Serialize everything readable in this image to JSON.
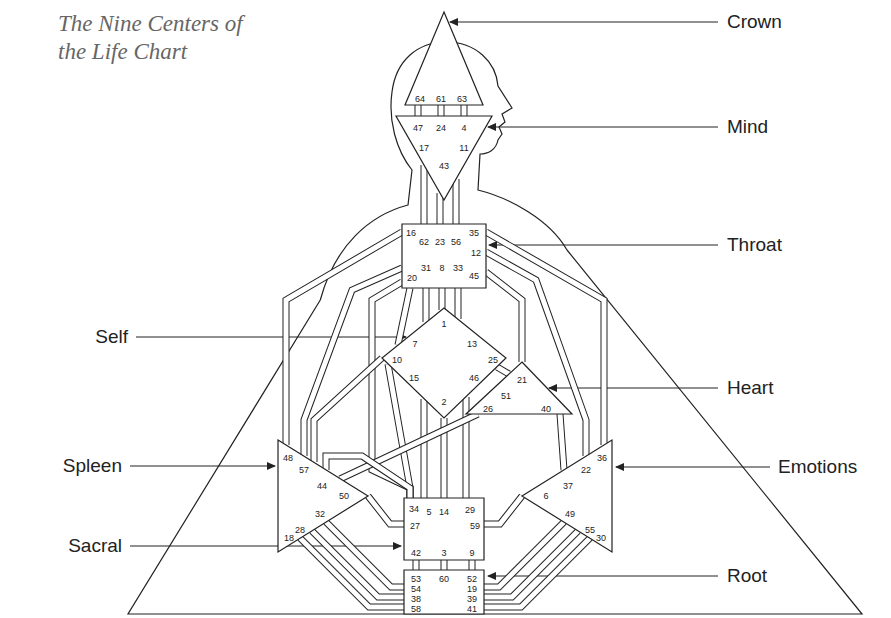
{
  "diagram": {
    "title": "The Nine Centers of the Life Chart",
    "nodes": [
      {
        "text": [
          "64",
          "61",
          "63"
        ]
      },
      {
        "text": [
          "47",
          "24",
          "4",
          "17",
          "11",
          "43"
        ]
      },
      {
        "text": [
          "16",
          "62",
          "23",
          "56",
          "35",
          "12",
          "31",
          "8",
          "33",
          "20",
          "45"
        ]
      },
      {
        "text": [
          "1",
          "7",
          "13",
          "10",
          "25",
          "15",
          "46",
          "2"
        ]
      },
      {
        "text": [
          "21",
          "51",
          "26",
          "40"
        ]
      },
      {
        "text": [
          "48",
          "57",
          "44",
          "50",
          "32",
          "28",
          "18"
        ]
      },
      {
        "text": [
          "36",
          "22",
          "37",
          "6",
          "49",
          "55",
          "30"
        ]
      },
      {
        "text": [
          "34",
          "5",
          "14",
          "29",
          "27",
          "59",
          "42",
          "3",
          "9"
        ]
      },
      {
        "text": [
          "53",
          "60",
          "52",
          "54",
          "19",
          "38",
          "39",
          "58",
          "41"
        ]
      }
    ],
    "edges": [
      {
        "from": 0,
        "to": 1,
        "arrow": "none"
      },
      {
        "from": 0,
        "to": 1,
        "arrow": "none"
      },
      {
        "from": 0,
        "to": 1,
        "arrow": "none"
      },
      {
        "from": 1,
        "to": 2,
        "arrow": "none"
      },
      {
        "from": 1,
        "to": 2,
        "arrow": "none"
      },
      {
        "from": 1,
        "to": 2,
        "arrow": "none"
      },
      {
        "from": 2,
        "to": 5,
        "arrow": "none"
      },
      {
        "from": 2,
        "to": 5,
        "arrow": "none"
      },
      {
        "from": 2,
        "to": 3,
        "arrow": "none"
      },
      {
        "from": 2,
        "to": 7,
        "arrow": "none"
      },
      {
        "from": 2,
        "to": 3,
        "arrow": "none"
      },
      {
        "from": 2,
        "to": 3,
        "arrow": "none"
      },
      {
        "from": 2,
        "to": 3,
        "arrow": "none"
      },
      {
        "from": 2,
        "to": 4,
        "arrow": "none"
      },
      {
        "from": 2,
        "to": 6,
        "arrow": "none"
      },
      {
        "from": 2,
        "to": 6,
        "arrow": "none"
      },
      {
        "from": 3,
        "to": 5,
        "arrow": "none"
      },
      {
        "from": 3,
        "to": 7,
        "arrow": "none"
      },
      {
        "from": 3,
        "to": 4,
        "arrow": "none"
      },
      {
        "from": 3,
        "to": 7,
        "arrow": "none"
      },
      {
        "from": 3,
        "to": 7,
        "arrow": "none"
      },
      {
        "from": 3,
        "to": 7,
        "arrow": "none"
      },
      {
        "from": 4,
        "to": 5,
        "arrow": "none"
      },
      {
        "from": 4,
        "to": 6,
        "arrow": "none"
      },
      {
        "from": 5,
        "to": 7,
        "arrow": "none"
      },
      {
        "from": 5,
        "to": 7,
        "arrow": "none"
      },
      {
        "from": 5,
        "to": 8,
        "arrow": "none"
      },
      {
        "from": 5,
        "to": 8,
        "arrow": "none"
      },
      {
        "from": 5,
        "to": 8,
        "arrow": "none"
      },
      {
        "from": 7,
        "to": 6,
        "arrow": "none"
      },
      {
        "from": 7,
        "to": 8,
        "arrow": "none"
      },
      {
        "from": 7,
        "to": 8,
        "arrow": "none"
      },
      {
        "from": 7,
        "to": 8,
        "arrow": "none"
      },
      {
        "from": 6,
        "to": 8,
        "arrow": "none"
      },
      {
        "from": 6,
        "to": 8,
        "arrow": "none"
      },
      {
        "from": 6,
        "to": 8,
        "arrow": "none"
      }
    ],
    "labels": [
      "Crown",
      "Mind",
      "Throat",
      "Self",
      "Heart",
      "Spleen",
      "Emotions",
      "Sacral",
      "Root"
    ]
  }
}
